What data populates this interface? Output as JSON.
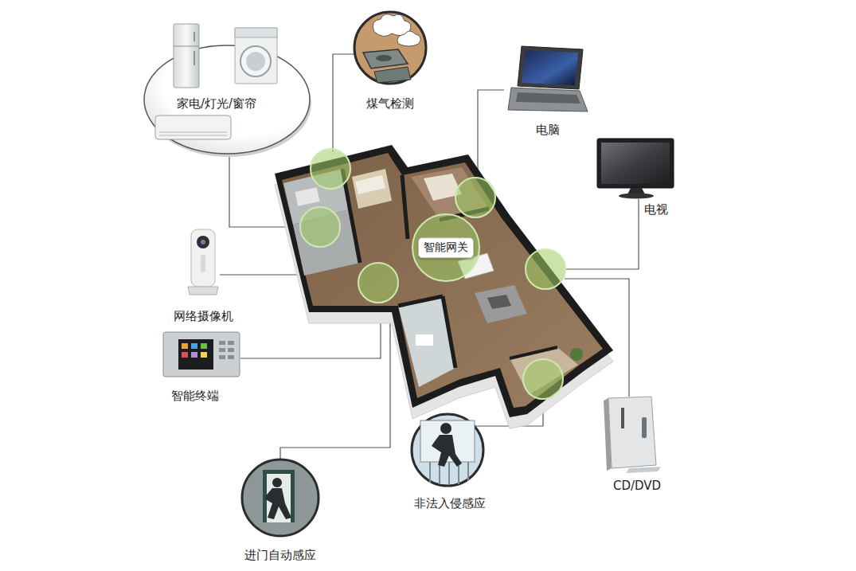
{
  "diagram": {
    "nodes": [
      {
        "text": [
          "家电/灯光/窗帘"
        ]
      },
      {
        "text": [
          "煤气检测"
        ]
      },
      {
        "text": [
          "电脑"
        ]
      },
      {
        "text": [
          "电视"
        ]
      },
      {
        "text": [
          "智能网关"
        ]
      },
      {
        "text": [
          "网络摄像机"
        ]
      },
      {
        "text": [
          "智能终端"
        ]
      },
      {
        "text": [
          "CD/DVD"
        ]
      },
      {
        "text": [
          "非法入侵感应"
        ]
      },
      {
        "text": [
          "进门自动感应"
        ]
      }
    ]
  }
}
